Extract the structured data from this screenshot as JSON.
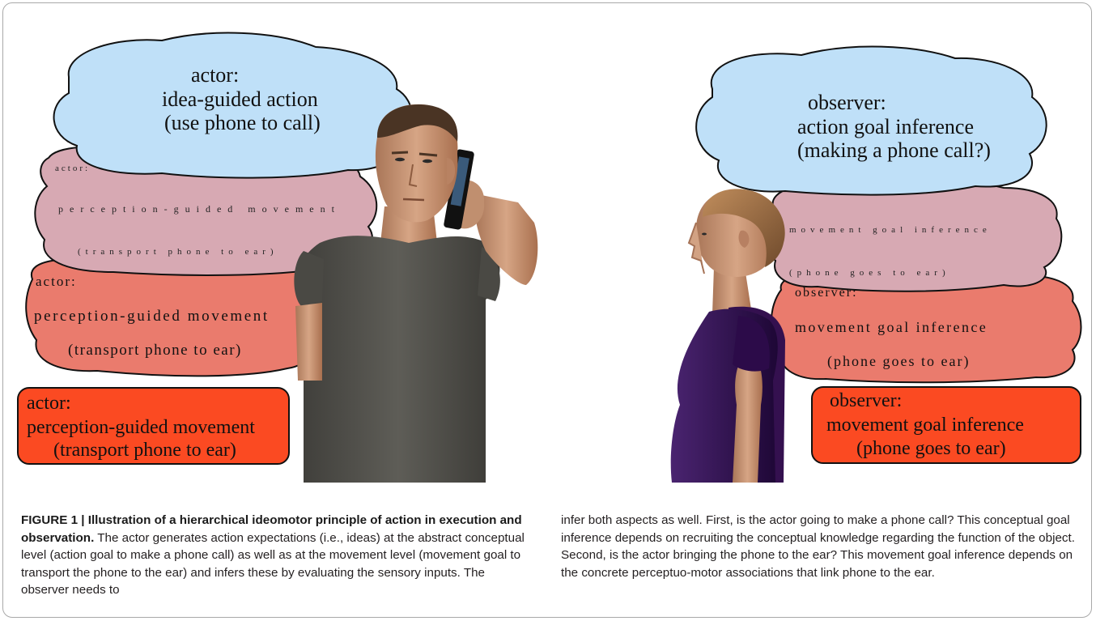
{
  "figure": {
    "actor_bubbles": {
      "idea": {
        "line1": "actor:",
        "line2": "idea-guided action",
        "line3": "(use phone to call)"
      },
      "perception_pink": {
        "line1": "actor:",
        "line2": "perception-guided movement",
        "line3": "(transport phone to ear)"
      },
      "perception_salmon": {
        "line1": "actor:",
        "line2": "perception-guided movement",
        "line3": "(transport phone to ear)"
      },
      "perception_box": {
        "line1": "actor:",
        "line2": "perception-guided movement",
        "line3": "(transport phone to ear)"
      }
    },
    "observer_bubbles": {
      "idea": {
        "line1": "observer:",
        "line2": "action goal inference",
        "line3": "(making a phone call?)"
      },
      "movement_pink": {
        "line1": "movement goal inference",
        "line2": "(phone goes to ear)"
      },
      "movement_salmon": {
        "line1": "observer:",
        "line2": "movement goal inference",
        "line3": "(phone goes to ear)"
      },
      "movement_box": {
        "line1": "observer:",
        "line2": "movement goal inference",
        "line3": "(phone goes to ear)"
      }
    },
    "colors": {
      "cloud_blue": "#bfe0f8",
      "pink": "#d7a9b3",
      "salmon": "#ea7b6d",
      "orange_red": "#fb4a22",
      "shirt_gray": "#575650",
      "dress_purple": "#2a0c46",
      "skin": "#c99a7a"
    }
  },
  "caption": {
    "label": "FIGURE 1 | Illustration of a hierarchical ideomotor principle of action in execution and observation.",
    "left_text": " The actor generates action expectations (i.e., ideas) at the abstract conceptual level (action goal to make a phone call) as well as at the movement level (movement goal to transport the phone to the ear) and infers these by evaluating the sensory inputs. The observer needs to",
    "right_text": "infer both aspects as well. First, is the actor going to make a phone call? This conceptual goal inference depends on recruiting the conceptual knowledge regarding the function of the object. Second, is the actor bringing the phone to the ear? This movement goal inference depends on the concrete perceptuo-motor associations that link phone to the ear."
  }
}
